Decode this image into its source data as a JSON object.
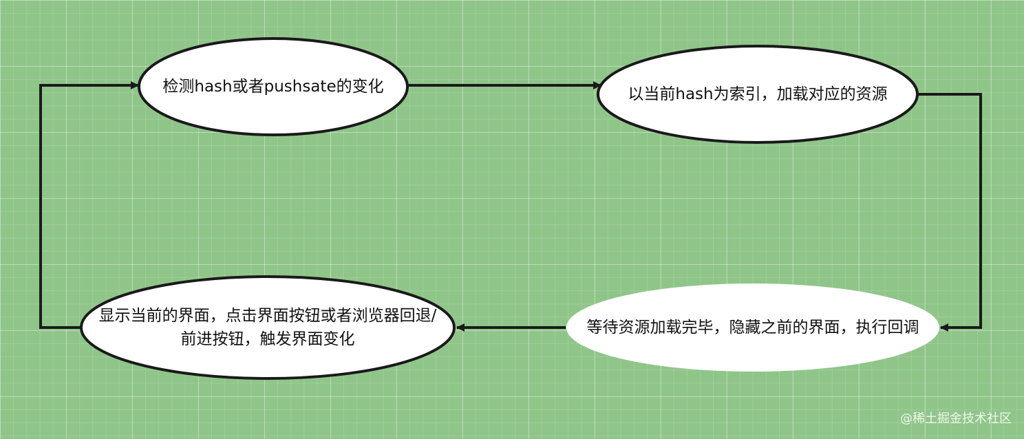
{
  "nodes": {
    "detect": "检测hash或者pushsate的变化",
    "load": "以当前hash为索引，加载对应的资源",
    "wait": "等待资源加载完毕，隐藏之前的界面，执行回调",
    "show": "显示当前的界面，点击界面按钮或者浏览器回退/前进按钮，触发界面变化"
  },
  "watermark": "@稀土掘金技术社区",
  "colors": {
    "background": "#8fc589",
    "node_fill": "#ffffff",
    "stroke": "#1a1a1a"
  }
}
